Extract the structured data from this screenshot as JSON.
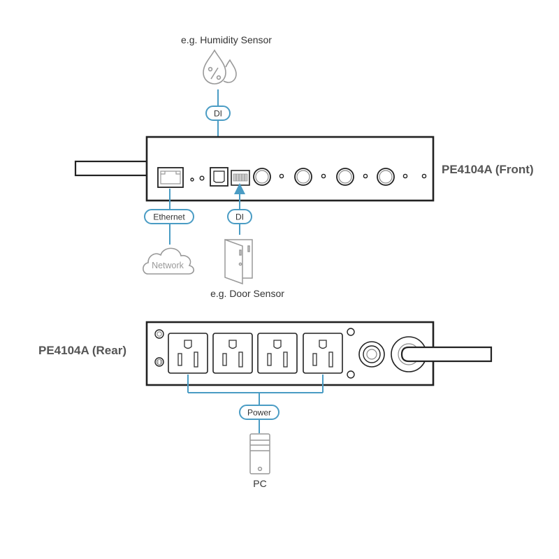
{
  "diagram": {
    "colors": {
      "connector": "#4a9cc4",
      "device_outline": "#222222",
      "peripheral_outline": "#999999",
      "title_text": "#555555"
    },
    "front": {
      "title": "PE4104A (Front)",
      "humidity_sensor": {
        "label": "e.g. Humidity Sensor",
        "icon": "humidity-drops-icon",
        "link_label": "DI"
      },
      "ethernet": {
        "link_label": "Ethernet",
        "target_label": "Network",
        "icon": "cloud-icon"
      },
      "door_sensor": {
        "label": "e.g. Door Sensor",
        "icon": "door-icon",
        "link_label": "DI"
      }
    },
    "rear": {
      "title": "PE4104A (Rear)",
      "outlet_count": 4,
      "power": {
        "link_label": "Power",
        "target_label": "PC",
        "icon": "pc-tower-icon"
      }
    }
  }
}
